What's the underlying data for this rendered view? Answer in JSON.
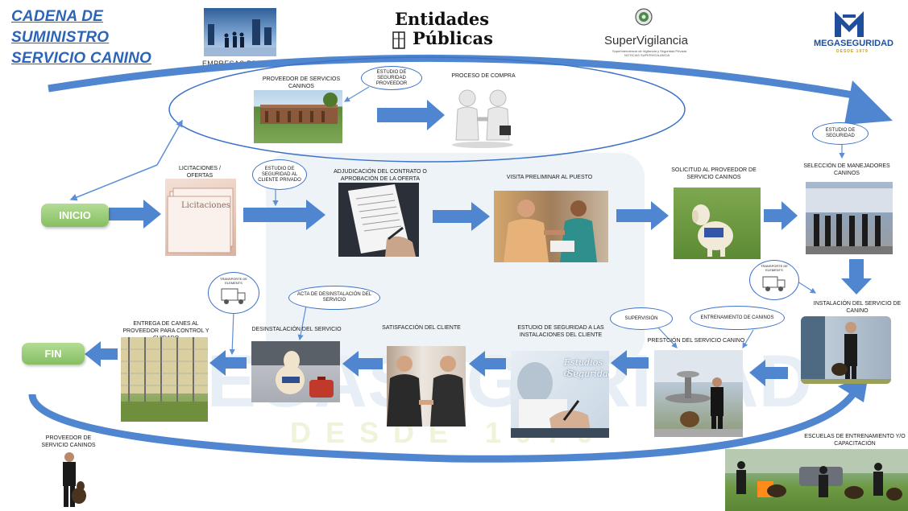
{
  "title": {
    "line1": "CADENA DE",
    "line2": "SUMINISTRO",
    "line3": "SERVICIO CANINO"
  },
  "header": {
    "empresas_privadas": "EMPRESAS PRIVADAS",
    "entidades_publicas_line1": "Entidades",
    "entidades_publicas_line2": "Públicas",
    "supervigilancia": "SuperVigilancia",
    "supervigilancia_sub1": "Superintendencia de Vigilancia y Seguridad Privada",
    "supervigilancia_sub2": "NOTICIAS SUPERVIGILANCIA",
    "megaseguridad": "MEGASEGURIDAD",
    "megaseguridad_sub": "DESDE 1979"
  },
  "watermark": {
    "brand": "MEGASEGURIDAD",
    "since": "DESDE 1979"
  },
  "pills": {
    "inicio": "INICIO",
    "fin": "FIN"
  },
  "labels": {
    "proveedor_servicios": "PROVEEDOR DE SERVICIOS CANINOS",
    "proceso_compra": "PROCESO DE COMPRA",
    "licitaciones": "LICITACIONES / OFERTAS",
    "adjudicacion": "ADJUDICACIÓN DEL CONTRATO O APROBACIÓN DE LA OFERTA",
    "visita_preliminar": "VISITA PRELIMINAR AL PUESTO",
    "solicitud_proveedor": "SOLICITUD AL PROVEEDOR DE SERVICIO CANINOS",
    "seleccion_manejadores": "SELECCIÓN DE MANEJADORES CANINOS",
    "instalacion_servicio": "INSTALACIÓN DEL SERVICIO DE CANINO",
    "prestacion_servicio": "PRESTCIÓN DEL SERVICIO CANINO",
    "estudio_seguridad_instalaciones": "ESTUDIO DE SEGURIDAD A LAS INSTALACIONES DEL CLIENTE",
    "satisfaccion_cliente": "SATISFACCIÓN DEL CLIENTE",
    "desinstalacion_servicio": "DESINSTALACIÓN DEL SERVICIO",
    "entrega_caninos": "ENTREGA DE CANES AL PROVEEDOR PARA CONTROL Y CUIDADO",
    "proveedor_bottom": "PROVEEDOR DE SERVICIO CANINOS",
    "escuelas": "ESCUELAS DE ENTRENAMIENTO Y/O CAPACITACIÓN"
  },
  "bubbles": {
    "estudio_proveedor": "ESTUDIO DE SEGURIDAD PROVEEDOR",
    "estudio_cliente": "ESTUDIO DE SEGURIDAD AL CLIENTE PRIVADO",
    "estudio_seguridad": "ESTUDIO DE SEGURIDAD",
    "acta_desinstalacion": "ACTA DE DESINSTALACIÓN DEL SERVICIO",
    "supervision": "SUPERVISIÓN",
    "entrenamiento": "ENTRENAMIENTO DE CANINOS",
    "transporte_1": "TRANSPORTE DE ELEMENTS",
    "transporte_2": "TRANSPORTE DE ELEMENTS"
  },
  "photo_text": {
    "licitaciones": "Licitaciones",
    "estudios_line1": "Estudios de",
    "estudios_line2": "Seguridad"
  },
  "colors": {
    "arrow_blue": "#4f86cf",
    "ellipse_blue": "#3d72c9",
    "title_blue": "#2c64b8",
    "pill_green": "#8fc46e",
    "watermark": "#dde6ef"
  }
}
